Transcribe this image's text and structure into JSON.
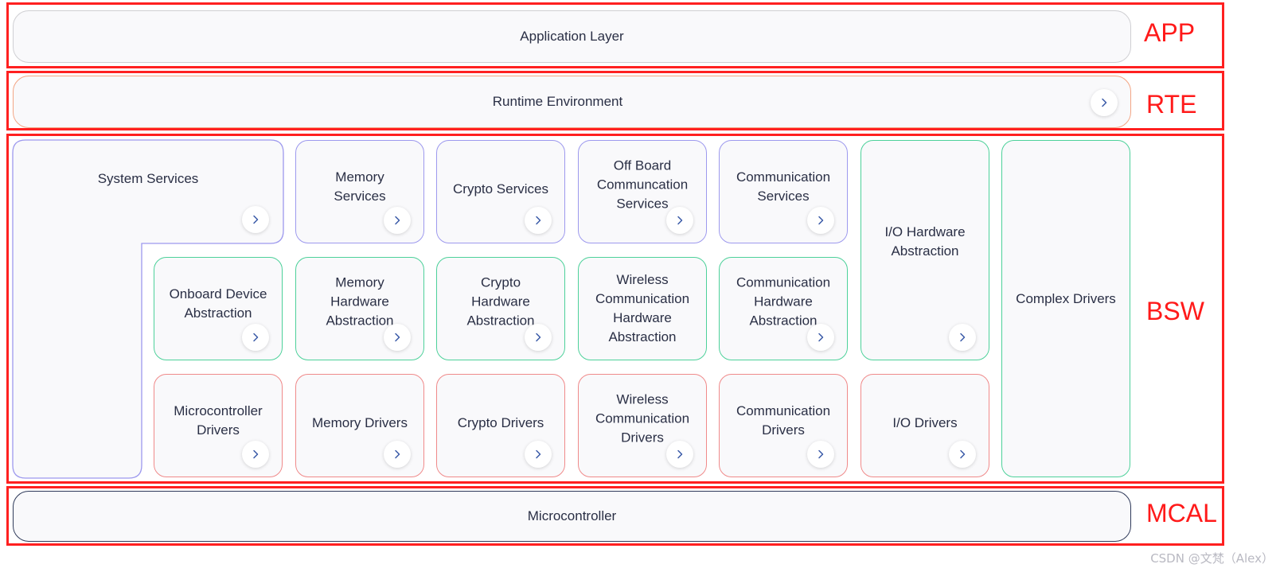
{
  "layers": {
    "app": "APP",
    "rte": "RTE",
    "bsw": "BSW",
    "mcal": "MCAL"
  },
  "application_layer": "Application Layer",
  "runtime_environment": "Runtime Environment",
  "microcontroller": "Microcontroller",
  "services": {
    "system": "System Services",
    "memory": "Memory\nServices",
    "crypto": "Crypto Services",
    "offboard": "Off Board\nCommuncation\nServices",
    "communication": "Communication\nServices"
  },
  "abstraction": {
    "onboard": "Onboard Device\nAbstraction",
    "memory": "Memory\nHardware\nAbstraction",
    "crypto": "Crypto\nHardware\nAbstraction",
    "wireless": "Wireless\nCommunication\nHardware\nAbstraction",
    "communication": "Communication\nHardware\nAbstraction",
    "io": "I/O Hardware\nAbstraction"
  },
  "drivers": {
    "microcontroller": "Microcontroller\nDrivers",
    "memory": "Memory Drivers",
    "crypto": "Crypto Drivers",
    "wireless": "Wireless\nCommunication\nDrivers",
    "communication": "Communication\nDrivers",
    "io": "I/O Drivers"
  },
  "complex_drivers": "Complex Drivers",
  "watermark": "CSDN @文梵（Alex）",
  "icons": {
    "next": "chevron-right-icon"
  },
  "colors": {
    "frame": "#ff2020",
    "services_border": "#9d99ee",
    "abstraction_border": "#4dd19a",
    "drivers_border": "#f08a8a",
    "rte_border": "#f3a584"
  }
}
